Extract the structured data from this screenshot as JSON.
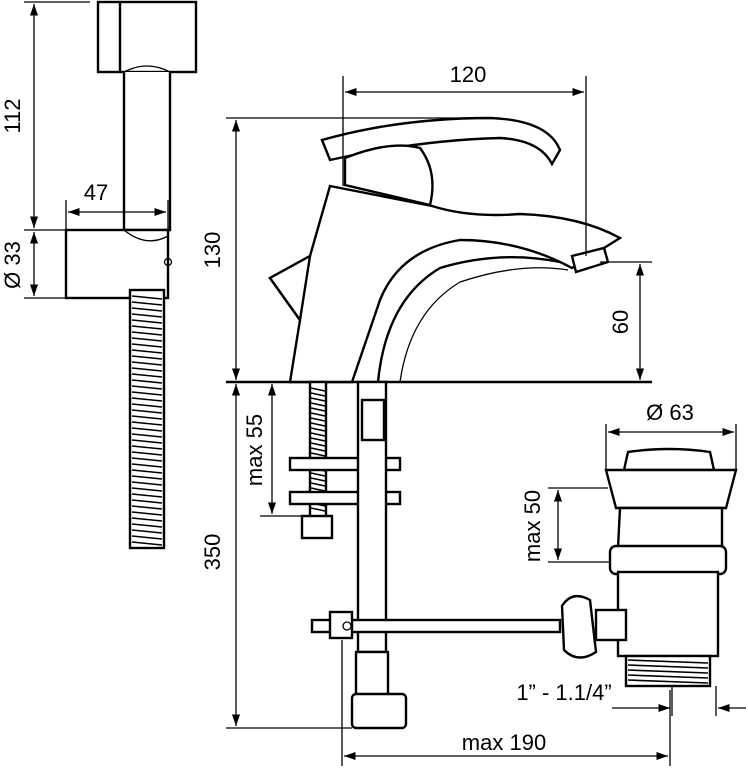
{
  "dimensions": {
    "handshower_height": "112",
    "handshower_width": "47",
    "holder_diameter": "Ø 33",
    "spout_reach": "120",
    "tap_height": "130",
    "spout_height": "60",
    "deck_thickness": "max 55",
    "hose_length": "350",
    "waste_diameter": "Ø 63",
    "waste_lift": "max 50",
    "waste_thread": "1” - 1.1/4”",
    "rod_length": "max 190"
  }
}
